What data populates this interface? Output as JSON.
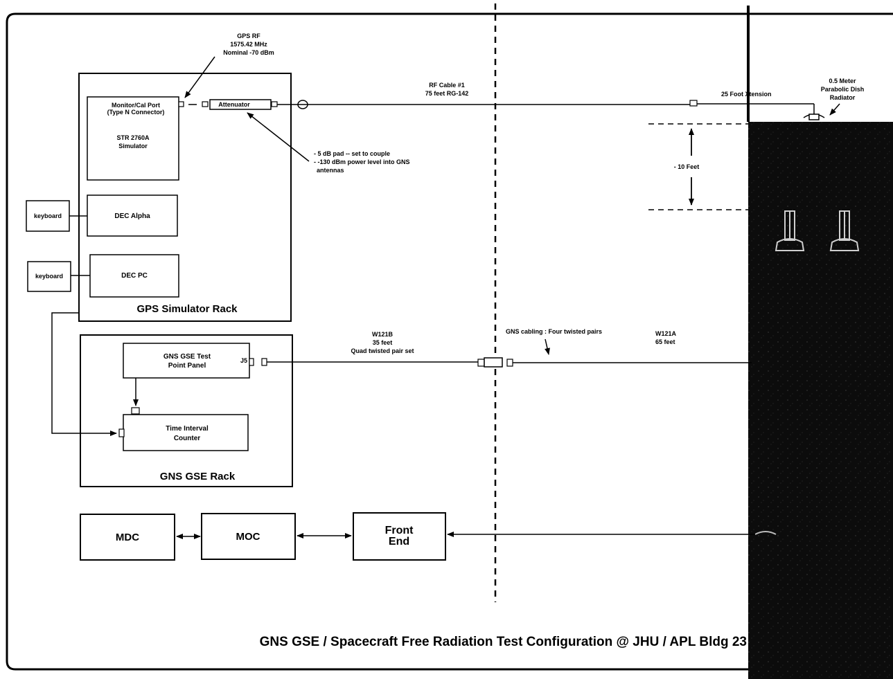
{
  "gps_rf": {
    "line1": "GPS RF",
    "line2": "1575.42 MHz",
    "line3": "Nominal  -70 dBm"
  },
  "monitor_port": {
    "line1": "Monitor/Cal Port",
    "line2": "(Type N Connector)"
  },
  "simulator": {
    "line1": "STR 2760A",
    "line2": "Simulator"
  },
  "attenuator": "Attenuator",
  "pad_note": {
    "line1": "- 5 dB pad -- set  to couple",
    "line2": "- -130 dBm power level into GNS",
    "line3": "antennas"
  },
  "rf_cable": {
    "line1": "RF Cable #1",
    "line2": "75 feet RG-142"
  },
  "xtension": "25 Foot Xtension",
  "dish": {
    "line1": "0.5 Meter",
    "line2": "Parabolic Dish",
    "line3": "Radiator"
  },
  "distance": "- 10 Feet",
  "keyboard1": "keyboard",
  "keyboard2": "keyboard",
  "dec_alpha": "DEC Alpha",
  "dec_pc": "DEC PC",
  "gps_rack": "GPS Simulator Rack",
  "test_point": {
    "line1": "GNS GSE Test",
    "line2": "Point Panel",
    "connector": "J5"
  },
  "tic": {
    "line1": "Time Interval",
    "line2": "Counter"
  },
  "gse_rack": "GNS GSE Rack",
  "w121b": {
    "line1": "W121B",
    "line2": "35 feet",
    "line3": "Quad twisted  pair set"
  },
  "gns_cabling": "GNS cabling  : Four  twisted  pairs",
  "w121a": {
    "line1": "W121A",
    "line2": "65 feet"
  },
  "mdc": "MDC",
  "moc": "MOC",
  "front_end": {
    "line1": "Front",
    "line2": "End"
  },
  "caption": "GNS GSE / Spacecraft Free Radiation Test Configuration @ JHU / APL Bldg 23"
}
